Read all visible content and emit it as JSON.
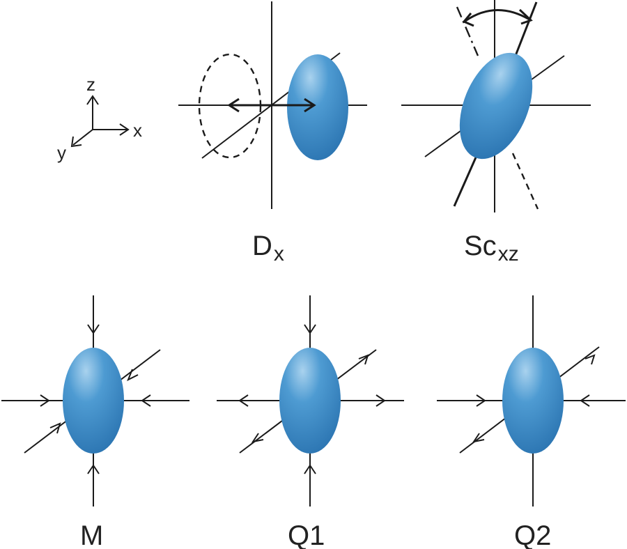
{
  "axes": {
    "x_label": "x",
    "y_label": "y",
    "z_label": "z"
  },
  "colors": {
    "nucleus_light": "#a9d2ee",
    "nucleus_mid": "#3e8fcb",
    "nucleus_dark": "#2a73b0"
  },
  "panels": [
    {
      "id": "dx",
      "label_main": "D",
      "label_sub": "x"
    },
    {
      "id": "scxz",
      "label_main": "Sc",
      "label_sub": "xz"
    },
    {
      "id": "m",
      "label_main": "M",
      "label_sub": ""
    },
    {
      "id": "q1",
      "label_main": "Q1",
      "label_sub": ""
    },
    {
      "id": "q2",
      "label_main": "Q2",
      "label_sub": ""
    }
  ]
}
